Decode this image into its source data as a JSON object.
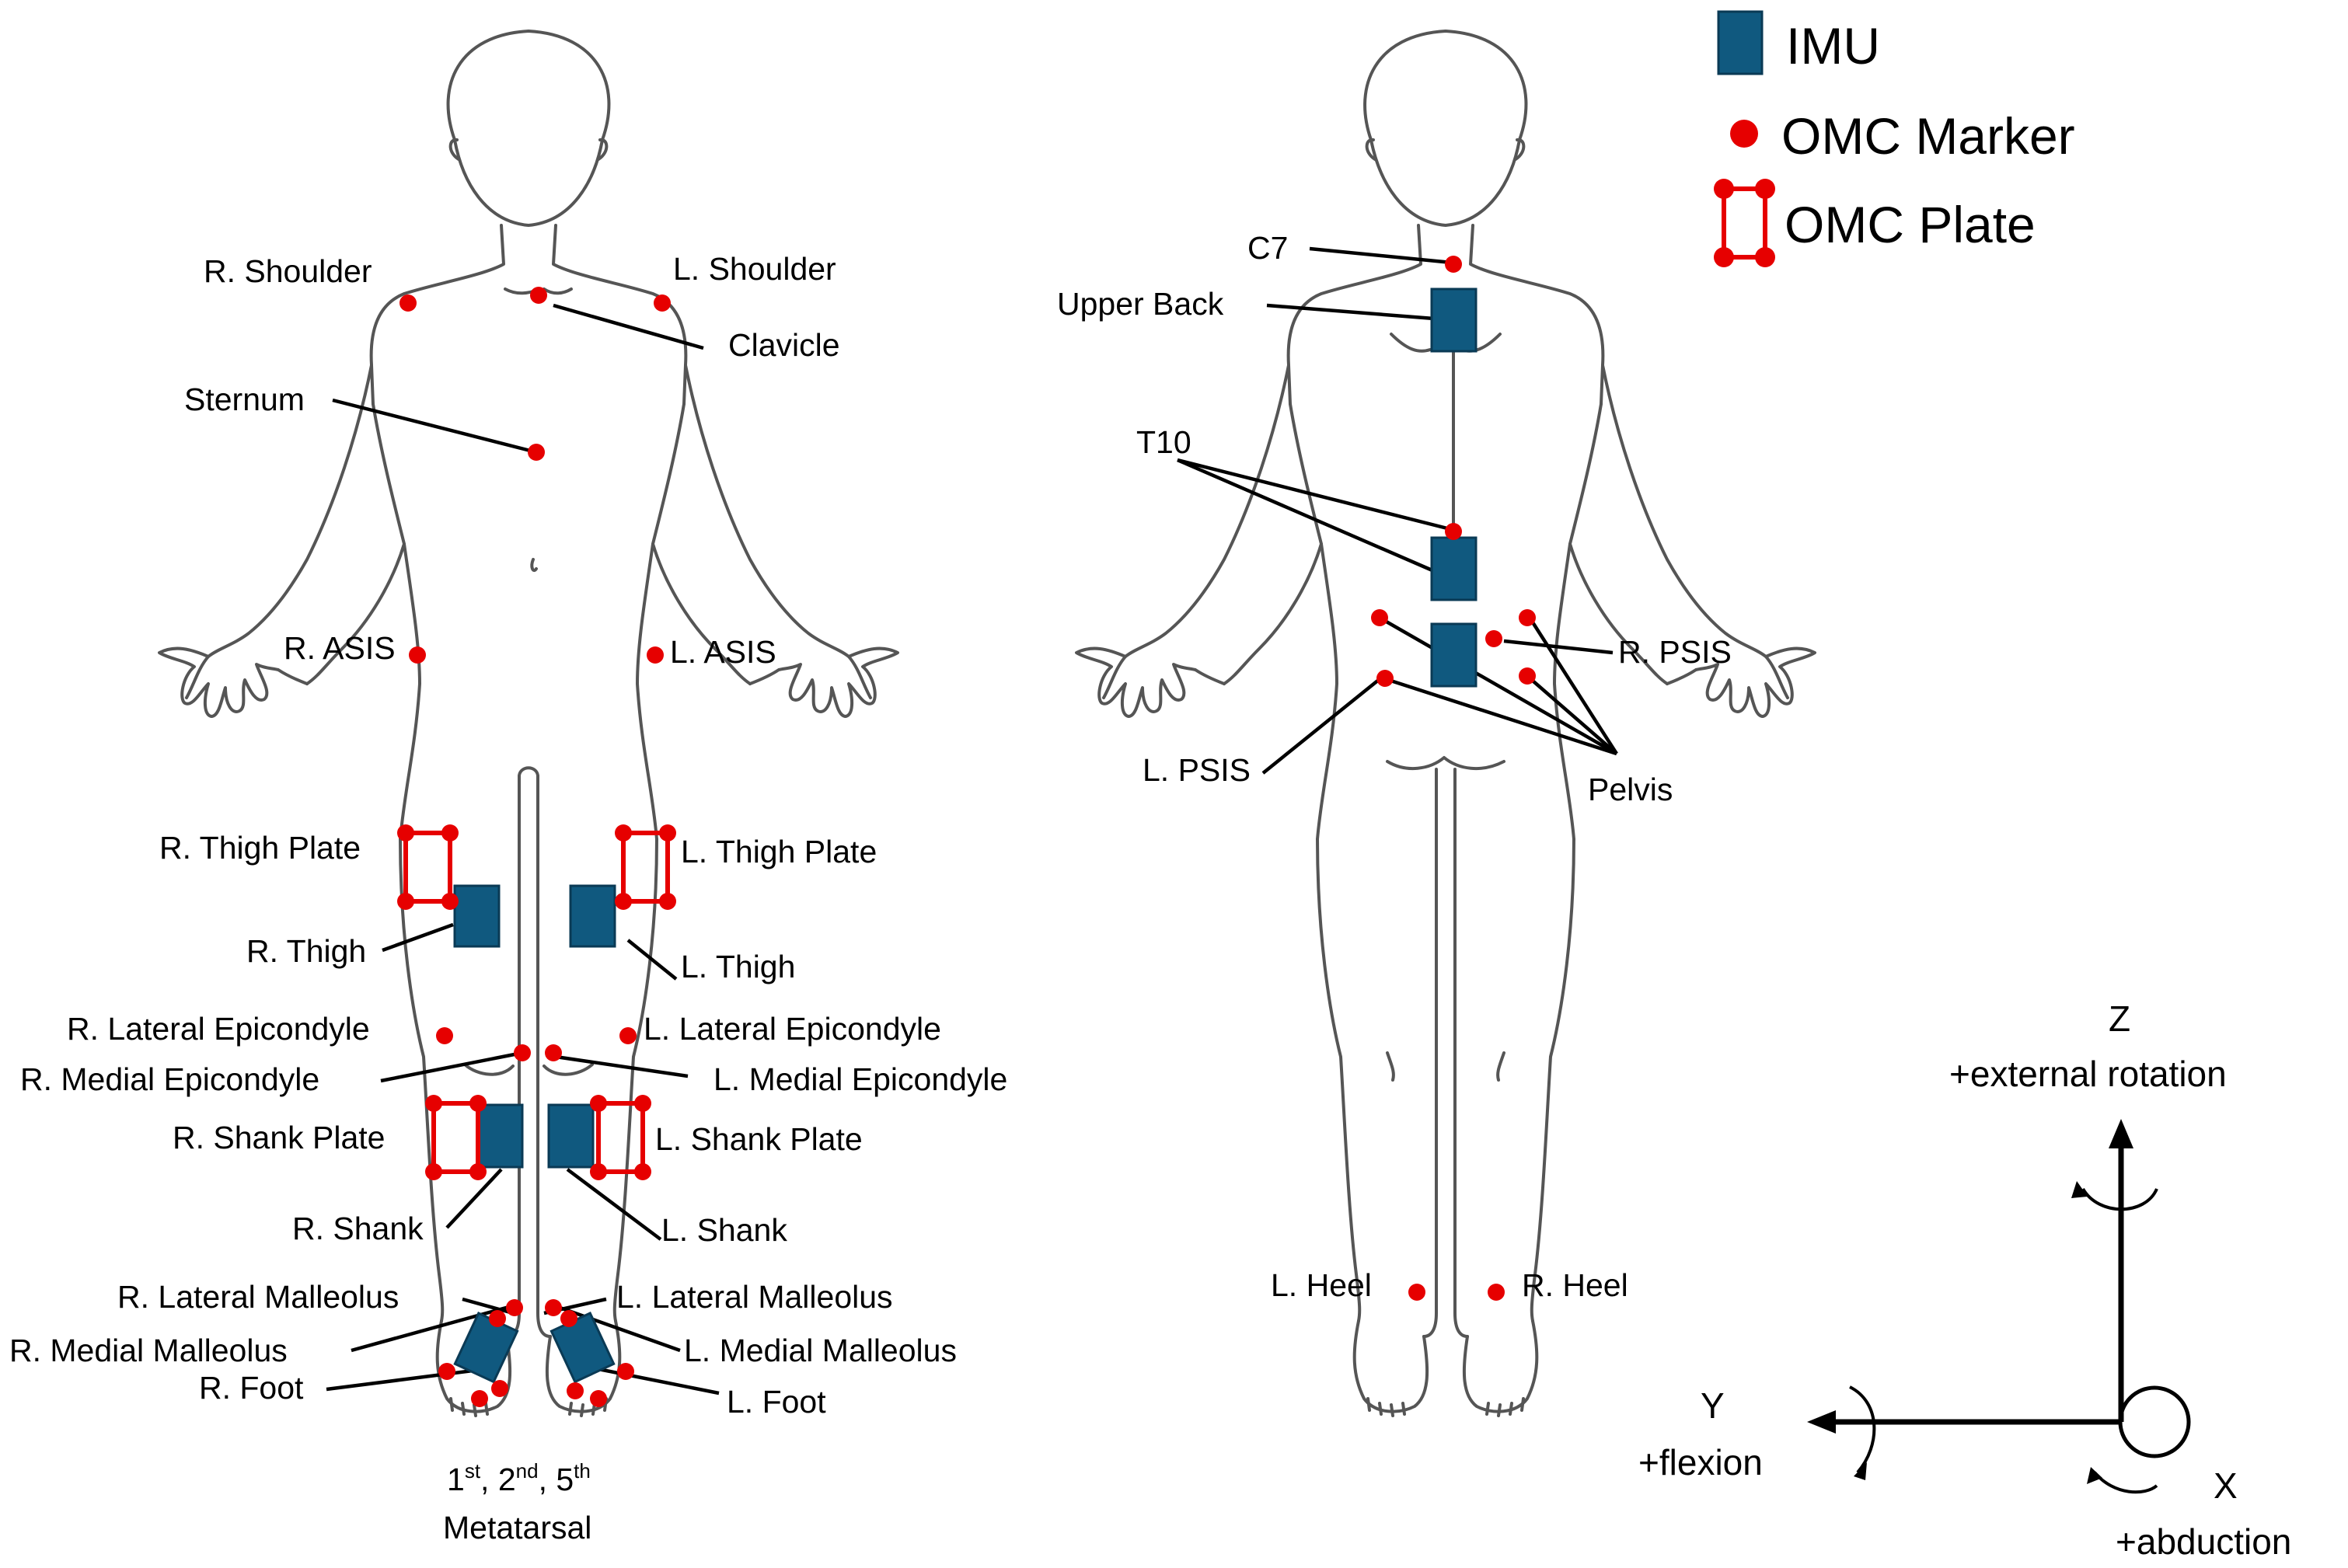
{
  "colors": {
    "imu": "#10597f",
    "marker": "#e60000",
    "plate": "#e60000",
    "outline": "#555555"
  },
  "legend": {
    "imu": "IMU",
    "omc_marker": "OMC Marker",
    "omc_plate": "OMC Plate"
  },
  "front_labels": {
    "r_shoulder": "R. Shoulder",
    "l_shoulder": "L. Shoulder",
    "clavicle": "Clavicle",
    "sternum": "Sternum",
    "r_asis": "R. ASIS",
    "l_asis": "L. ASIS",
    "r_thigh_plate": "R. Thigh Plate",
    "l_thigh_plate": "L. Thigh Plate",
    "r_thigh": "R. Thigh",
    "l_thigh": "L. Thigh",
    "r_lateral_epicondyle": "R. Lateral Epicondyle",
    "l_lateral_epicondyle": "L. Lateral Epicondyle",
    "r_medial_epicondyle": "R. Medial Epicondyle",
    "l_medial_epicondyle": "L. Medial Epicondyle",
    "r_shank_plate": "R. Shank Plate",
    "l_shank_plate": "L. Shank Plate",
    "r_shank": "R. Shank",
    "l_shank": "L. Shank",
    "r_lateral_malleolus": "R. Lateral Malleolus",
    "l_lateral_malleolus": "L. Lateral Malleolus",
    "r_medial_malleolus": "R. Medial Malleolus",
    "l_medial_malleolus": "L. Medial Malleolus",
    "r_foot": "R. Foot",
    "l_foot": "L. Foot",
    "metatarsal_1": "1",
    "metatarsal_1_sup": "st",
    "metatarsal_sep1": ", 2",
    "metatarsal_2_sup": "nd",
    "metatarsal_sep2": ", 5",
    "metatarsal_5_sup": "th",
    "metatarsal_word": "Metatarsal"
  },
  "back_labels": {
    "c7": "C7",
    "upper_back": "Upper Back",
    "t10": "T10",
    "r_psis": "R. PSIS",
    "l_psis": "L. PSIS",
    "pelvis": "Pelvis",
    "l_heel": "L. Heel",
    "r_heel": "R. Heel"
  },
  "axes": {
    "z": "Z",
    "z_desc": "+external rotation",
    "y": "Y",
    "y_desc": "+flexion",
    "x": "X",
    "x_desc": "+abduction"
  }
}
